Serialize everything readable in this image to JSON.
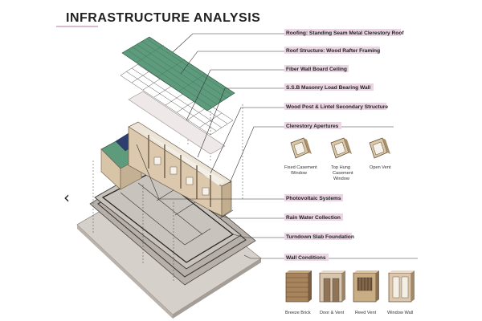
{
  "title": "INFRASTRUCTURE ANALYSIS",
  "callouts": [
    "Roofing: Standing Seam Metal Clerestory Roof",
    "Roof Structure: Wood Rafter Framing",
    "Fiber Wall Board Ceiling",
    "S.S.B Masonry Load Bearing Wall",
    "Wood Post & Lintel Secondary Structure",
    "Clerestory Apertures",
    "Photovoltaic Systems",
    "Rain Water Collection",
    "Turndown Slab Foundation",
    "Wall Conditions"
  ],
  "apertures": [
    {
      "line1": "Fixed Casement",
      "line2": "Window",
      "line3": ""
    },
    {
      "line1": "Top Hung",
      "line2": "Casement",
      "line3": "Window"
    },
    {
      "line1": "Open Vent",
      "line2": "",
      "line3": ""
    }
  ],
  "walls": [
    "Breeze Brick",
    "Door & Vent",
    "Reed Vent",
    "Window Wall"
  ],
  "nav": {
    "prev_glyph": "‹"
  },
  "colors": {
    "accent": "#c9a3bd",
    "roof": "#5e9b7c",
    "slab": "#cfc9c4",
    "wall": "#dcc8ad"
  }
}
